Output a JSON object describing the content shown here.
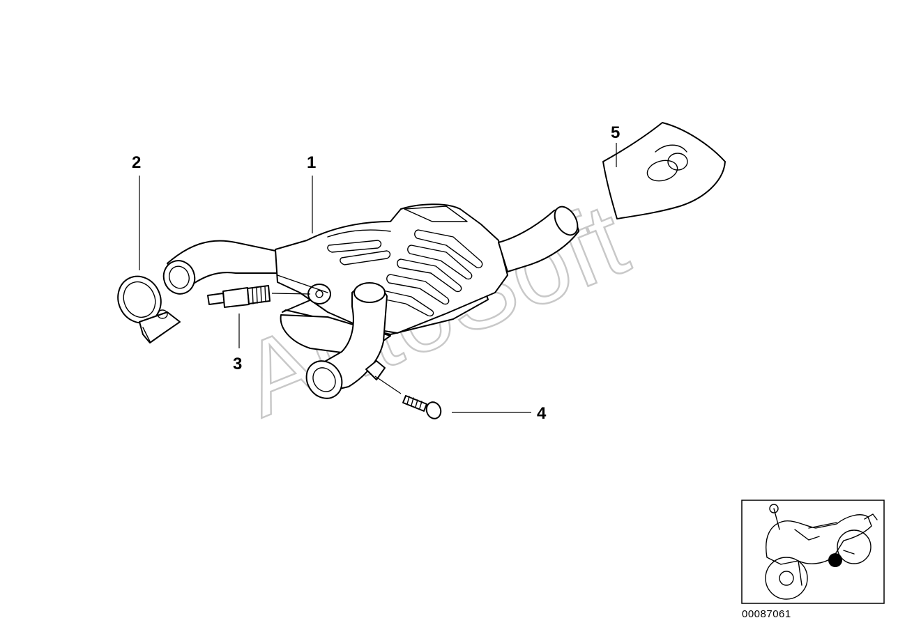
{
  "diagram": {
    "callouts": [
      {
        "id": "1",
        "label": "1",
        "part": "rear-silencer"
      },
      {
        "id": "2",
        "label": "2",
        "part": "clamp"
      },
      {
        "id": "3",
        "label": "3",
        "part": "stud"
      },
      {
        "id": "4",
        "label": "4",
        "part": "screw"
      },
      {
        "id": "5",
        "label": "5",
        "part": "heat-shield"
      }
    ],
    "diagram_number": "00087061",
    "watermark": "AutoSoft",
    "locator_marker_color": "#000000",
    "line_color": "#000000",
    "watermark_color": "#c8c8c8"
  }
}
